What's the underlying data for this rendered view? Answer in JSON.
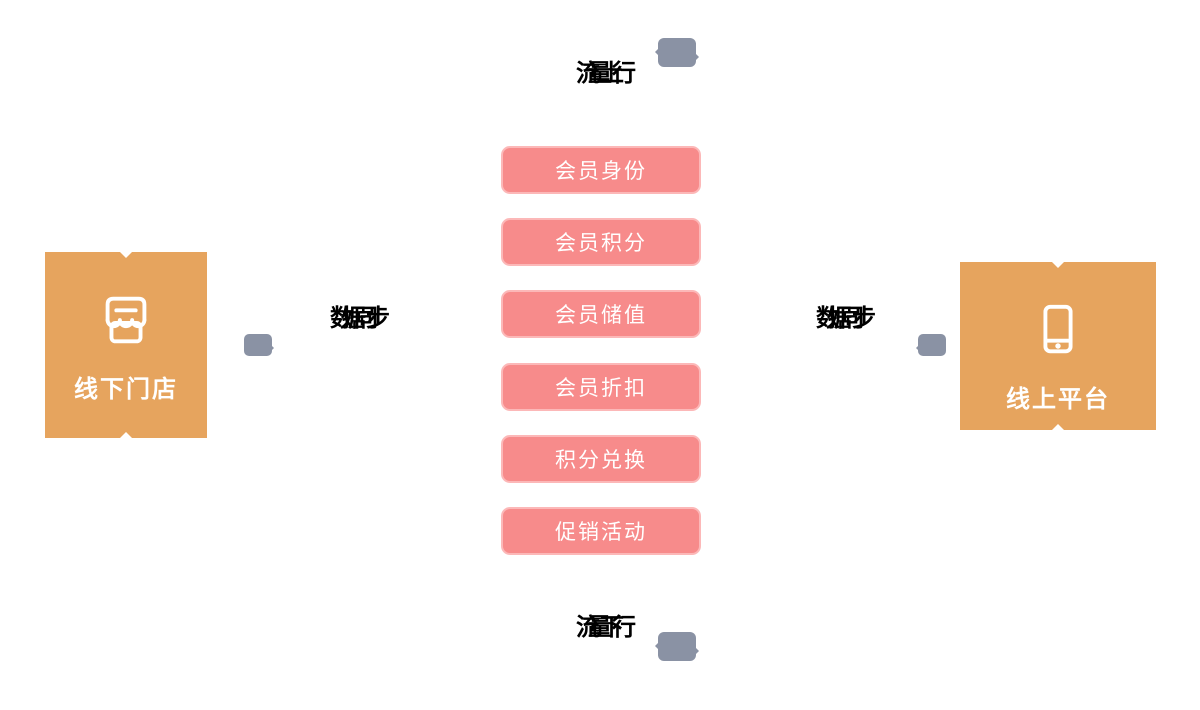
{
  "diagram": {
    "nodes": {
      "offline": {
        "label": "线下门店",
        "icon": "storefront-icon"
      },
      "online": {
        "label": "线上平台",
        "icon": "smartphone-icon"
      }
    },
    "center_items": [
      "会员身份",
      "会员积分",
      "会员储值",
      "会员折扣",
      "积分兑换",
      "促销活动"
    ],
    "flows": {
      "top": "流量上行",
      "bottom": "流量下行",
      "left_sync": "数据同步",
      "right_sync": "数据同步"
    },
    "colors": {
      "node_orange": "#E6A45E",
      "pill_pink": "#F78B8B",
      "pill_border": "#FCB8B8",
      "arrow_gray": "#8A92A4",
      "flow_label_black": "#000000",
      "text_white": "#FFFFFF"
    }
  }
}
